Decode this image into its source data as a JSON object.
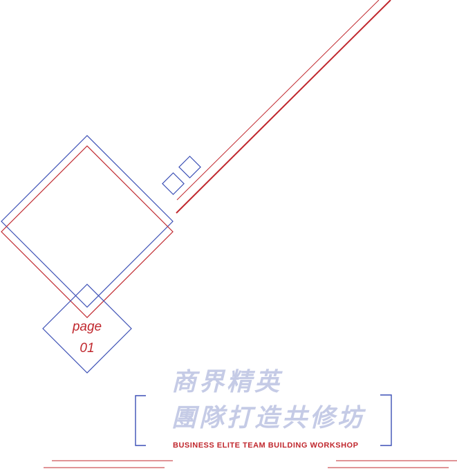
{
  "page": {
    "label": "page",
    "number": "01"
  },
  "title": {
    "line1": "商界精英",
    "line2": "團隊打造共修坊",
    "subtitle": "BUSINESS ELITE TEAM BUILDING WORKSHOP"
  },
  "colors": {
    "red": "#c0272d",
    "blue": "#3b4fb5",
    "calligraphy": "#c5cbe6"
  }
}
